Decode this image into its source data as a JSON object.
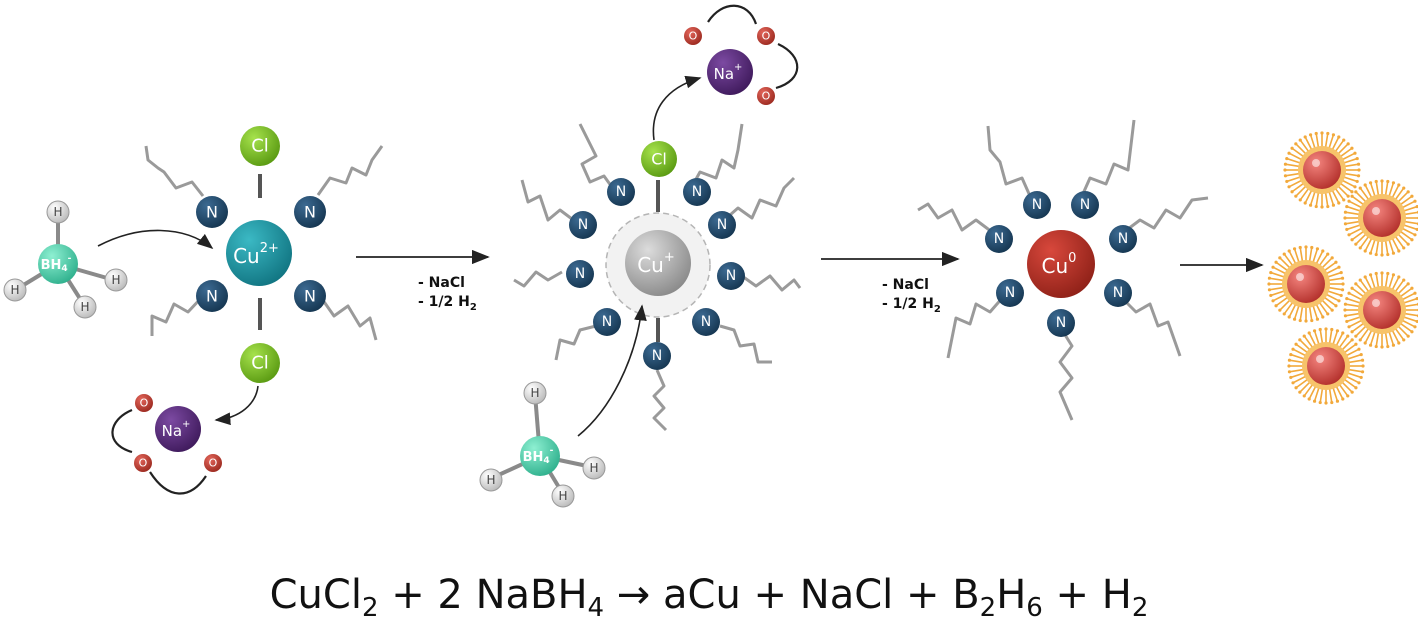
{
  "labels": {
    "cl": "Cl",
    "n": "N",
    "h": "H",
    "o": "O",
    "bh4": "BH4-",
    "bh4_base": "BH",
    "bh4_sub": "4",
    "bh4_sup": "-",
    "na_base": "Na",
    "na_sup": "+",
    "cu2_base": "Cu",
    "cu2_sup": "2+",
    "cu1_base": "Cu",
    "cu1_sup": "+",
    "cu0_base": "Cu",
    "cu0_sup": "0"
  },
  "step1": {
    "line1": "- NaCl",
    "line2_pre": "- 1/2 H",
    "line2_sub": "2"
  },
  "step2": {
    "line1": "- NaCl",
    "line2_pre": "- 1/2 H",
    "line2_sub": "2"
  },
  "equation": {
    "p1": "CuCl",
    "s1": "2",
    "p2": " + 2 NaBH",
    "s2": "4",
    "p3": " → aCu + NaCl + B",
    "s3": "2",
    "p4": "H",
    "s4": "6",
    "p5": " + H",
    "s5": "2"
  },
  "colors": {
    "n": "#1b4467",
    "cl": "#7bc221",
    "h": "#d7d7d7",
    "o": "#c13b2e",
    "na": "#5a2a7d",
    "bh4": "#55d3b0",
    "cu2": "#1b9aa6",
    "cu1": "#a8a8a8",
    "cu0": "#bd3227",
    "np": "#e0534f",
    "np_spike": "#f2a93b"
  }
}
